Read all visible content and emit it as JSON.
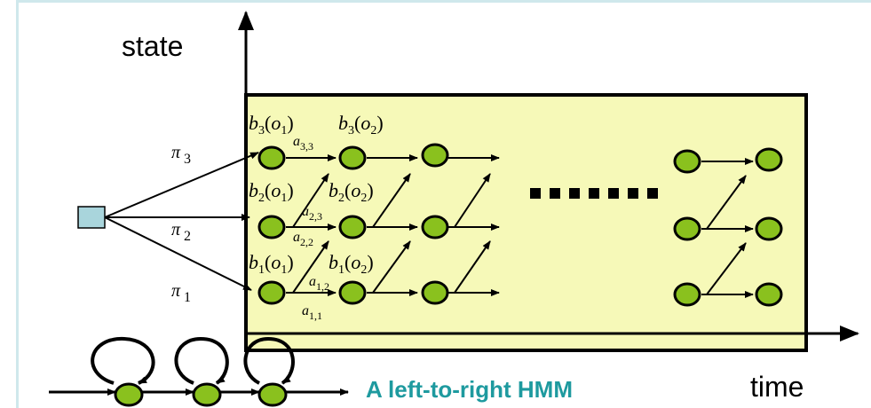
{
  "labels": {
    "y_axis": "state",
    "x_axis": "time",
    "caption": "A left-to-right HMM"
  },
  "initial_probs": [
    {
      "sym": "π",
      "sub": "3"
    },
    {
      "sym": "π",
      "sub": "2"
    },
    {
      "sym": "π",
      "sub": "1"
    }
  ],
  "emissions": [
    {
      "b": "b",
      "bs": "3",
      "o": "o",
      "os": "1"
    },
    {
      "b": "b",
      "bs": "3",
      "o": "o",
      "os": "2"
    },
    {
      "b": "b",
      "bs": "2",
      "o": "o",
      "os": "1"
    },
    {
      "b": "b",
      "bs": "2",
      "o": "o",
      "os": "2"
    },
    {
      "b": "b",
      "bs": "1",
      "o": "o",
      "os": "1"
    },
    {
      "b": "b",
      "bs": "1",
      "o": "o",
      "os": "2"
    }
  ],
  "transitions": [
    {
      "a": "a",
      "sub": "3,3"
    },
    {
      "a": "a",
      "sub": "2,3"
    },
    {
      "a": "a",
      "sub": "2,2"
    },
    {
      "a": "a",
      "sub": "1,2"
    },
    {
      "a": "a",
      "sub": "1,1"
    }
  ],
  "colors": {
    "trellis_fill": "#f6f9b8",
    "node_fill": "#8ac11e",
    "start_box": "#a9d5dc",
    "caption": "#1e9a9f"
  }
}
